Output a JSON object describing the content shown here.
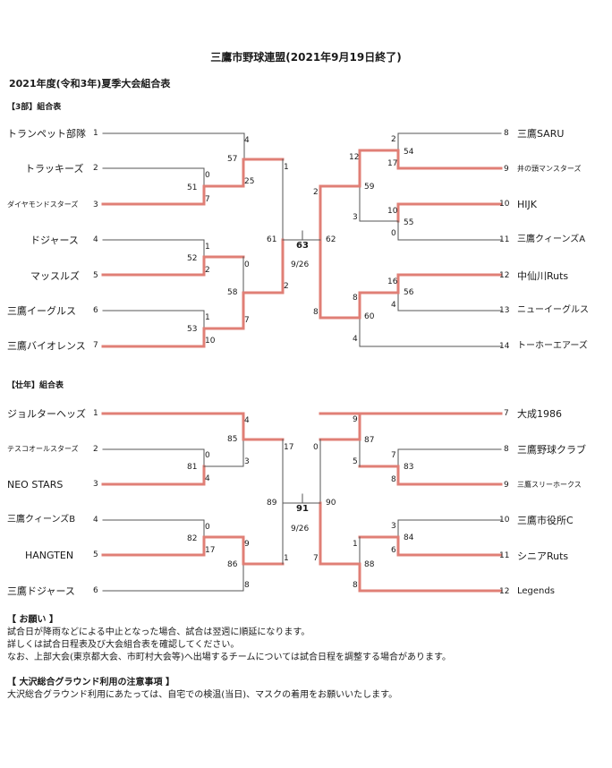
{
  "header": {
    "title": "三鷹市野球連盟(2021年9月19日終了)",
    "subtitle": "2021年度(令和3年)夏季大会組合表"
  },
  "div3": {
    "label": "【3部】組合表",
    "left": [
      {
        "seed": "1",
        "name": "トランペット部隊"
      },
      {
        "seed": "2",
        "name": "トラッキーズ"
      },
      {
        "seed": "3",
        "name": "ダイヤモンドスターズ"
      },
      {
        "seed": "4",
        "name": "ドジャース"
      },
      {
        "seed": "5",
        "name": "マッスルズ"
      },
      {
        "seed": "6",
        "name": "三鷹イーグルス"
      },
      {
        "seed": "7",
        "name": "三鷹バイオレンス"
      }
    ],
    "right": [
      {
        "seed": "8",
        "name": "三鷹SARU"
      },
      {
        "seed": "9",
        "name": "井の頭マンスターズ"
      },
      {
        "seed": "10",
        "name": "HIJK"
      },
      {
        "seed": "11",
        "name": "三鷹クィーンズA"
      },
      {
        "seed": "12",
        "name": "中仙川Ruts"
      },
      {
        "seed": "13",
        "name": "ニューイーグルス"
      },
      {
        "seed": "14",
        "name": "トーホーエアーズ"
      }
    ],
    "scores": {
      "g51_top": "0",
      "g51_bot": "7",
      "g51": "51",
      "g57_top": "4",
      "g57_bot": "25",
      "g57": "57",
      "g52_top": "1",
      "g52_bot": "2",
      "g52": "52",
      "g53_top": "1",
      "g53_bot": "10",
      "g53": "53",
      "g58_top": "0",
      "g58_bot": "7",
      "g58": "58",
      "g61_top": "1",
      "g61_bot": "2",
      "g61": "61",
      "g54_top": "2",
      "g54_bot": "17",
      "g54": "54",
      "g55_top": "10",
      "g55_bot": "0",
      "g55": "55",
      "g59_top": "12",
      "g59_bot": "3",
      "g59": "59",
      "g56_top": "16",
      "g56_bot": "4",
      "g56": "56",
      "g60_top": "8",
      "g60_bot": "4",
      "g60": "60",
      "g62_top": "2",
      "g62_bot": "8",
      "g62": "62",
      "final": "63",
      "date": "9/26"
    }
  },
  "senior": {
    "label": "【壮年】組合表",
    "left": [
      {
        "seed": "1",
        "name": "ジョルターヘッズ"
      },
      {
        "seed": "2",
        "name": "テスコオールスターズ"
      },
      {
        "seed": "3",
        "name": "NEO STARS"
      },
      {
        "seed": "4",
        "name": "三鷹クィーンズB"
      },
      {
        "seed": "5",
        "name": "HANGTEN"
      },
      {
        "seed": "6",
        "name": "三鷹ドジャース"
      }
    ],
    "right": [
      {
        "seed": "7",
        "name": "大成1986"
      },
      {
        "seed": "8",
        "name": "三鷹野球クラブ"
      },
      {
        "seed": "9",
        "name": "三鷹スリーホークス"
      },
      {
        "seed": "10",
        "name": "三鷹市役所C"
      },
      {
        "seed": "11",
        "name": "シニアRuts"
      },
      {
        "seed": "12",
        "name": "Legends"
      }
    ],
    "scores": {
      "g81_top": "0",
      "g81_bot": "4",
      "g81": "81",
      "g85_top": "4",
      "g85_bot": "3",
      "g85": "85",
      "g82_top": "0",
      "g82_bot": "17",
      "g82": "82",
      "g86_top": "9",
      "g86_bot": "8",
      "g86": "86",
      "g89_top": "17",
      "g89_bot": "1",
      "g89": "89",
      "g83_top": "7",
      "g83_bot": "8",
      "g83": "83",
      "g87_top": "9",
      "g87_bot": "5",
      "g87": "87",
      "g84_top": "3",
      "g84_bot": "6",
      "g84": "84",
      "g88_top": "1",
      "g88_bot": "8",
      "g88": "88",
      "g90_top": "0",
      "g90_bot": "7",
      "g90": "90",
      "final": "91",
      "date": "9/26"
    }
  },
  "notes": {
    "req_heading": "【 お願い 】",
    "req_lines": [
      "試合日が降雨などによる中止となった場合、試合は翌週に順延になります。",
      "詳しくは試合日程表及び大会組合表を確認してください。",
      "なお、上部大会(東京都大会、市町村大会等)へ出場するチームについては試合日程を調整する場合があります。"
    ],
    "ground_heading": "【 大沢総合グラウンド利用の注意事項 】",
    "ground_lines": [
      "大沢総合グラウンド利用にあたっては、自宅での検温(当日)、マスクの着用をお願いいたします。"
    ]
  },
  "colors": {
    "line": "#555555",
    "win": "#e07f76",
    "ink": "#1a1a1a"
  }
}
